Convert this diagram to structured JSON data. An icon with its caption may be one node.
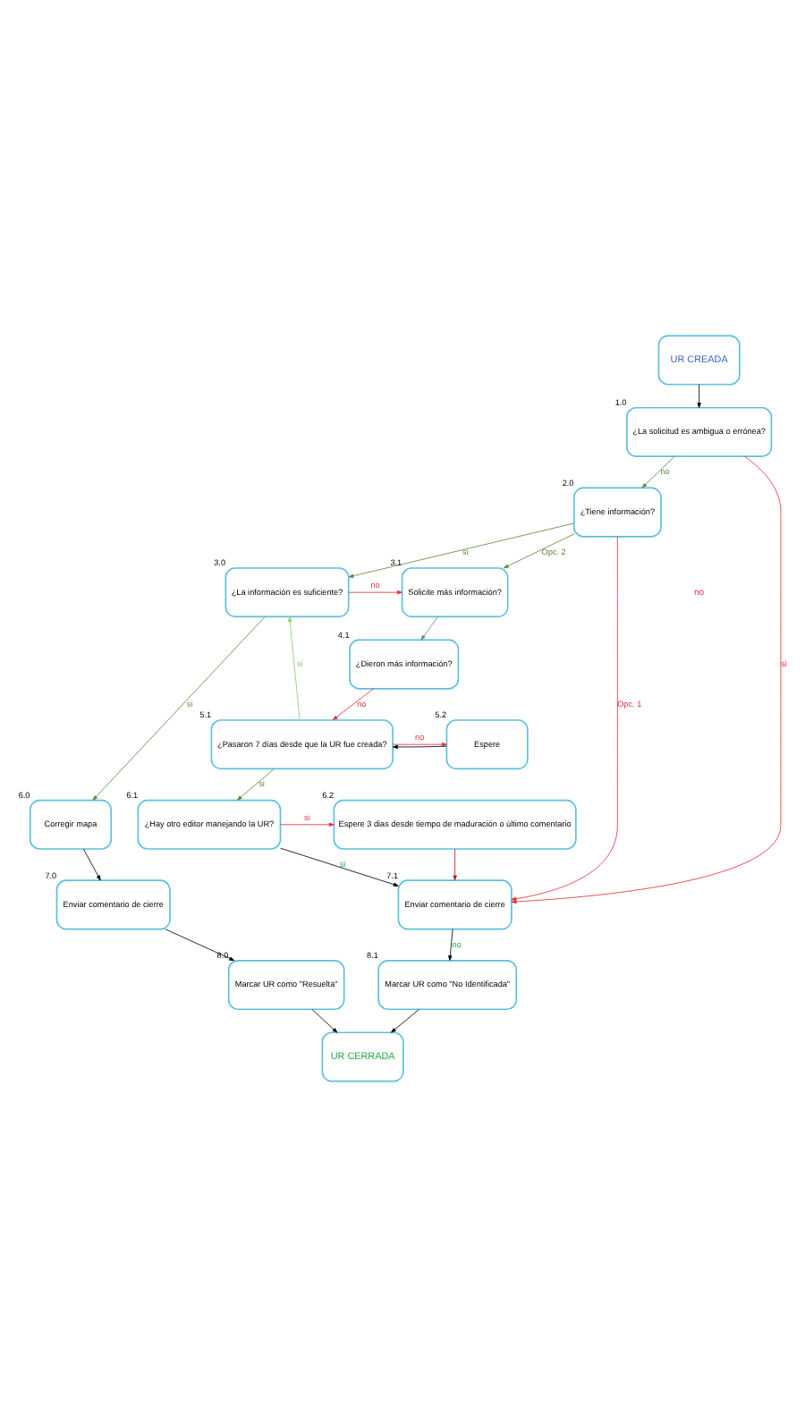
{
  "diagram": {
    "nodes": [
      {
        "text": [
          "UR CREADA"
        ]
      },
      {
        "text": [
          "¿La solicitud es ambigua o errónea?"
        ],
        "beside": [
          "1.0"
        ]
      },
      {
        "text": [
          "¿Tiene información?"
        ],
        "beside": [
          "2.0"
        ]
      },
      {
        "text": [
          "¿La información es suficiente?"
        ],
        "beside": [
          "3.0"
        ]
      },
      {
        "text": [
          "Solicite más información?"
        ],
        "beside": [
          "3.1"
        ]
      },
      {
        "text": [
          "¿Dieron más información?"
        ],
        "beside": [
          "4.1"
        ]
      },
      {
        "text": [
          "¿Pasaron 7 días desde que la UR fue creada?"
        ],
        "beside": [
          "5.1"
        ]
      },
      {
        "text": [
          "Espere"
        ],
        "beside": [
          "5.2"
        ]
      },
      {
        "text": [
          "Corregir mapa"
        ],
        "beside": [
          "6.0"
        ]
      },
      {
        "text": [
          "¿Hay otro editor manejando la UR?"
        ],
        "beside": [
          "6.1"
        ]
      },
      {
        "text": [
          "Espere 3 dias desde tiempo de maduración o último comentario"
        ],
        "beside": [
          "6.2"
        ]
      },
      {
        "text": [
          "Enviar comentario de cierre"
        ],
        "beside": [
          "7.0"
        ]
      },
      {
        "text": [
          "Enviar comentario de cierre"
        ],
        "beside": [
          "7.1"
        ]
      },
      {
        "text": [
          "Marcar UR como \"Resuelta\""
        ],
        "beside": [
          "8.0"
        ]
      },
      {
        "text": [
          "Marcar UR como \"No Identificada\""
        ],
        "beside": [
          "8.1"
        ]
      },
      {
        "text": [
          "UR CERRADA"
        ]
      }
    ],
    "edges": [
      {
        "from": 0,
        "to": 1,
        "arrow": "to"
      },
      {
        "from": 1,
        "to": 12,
        "arrow": "to",
        "label": "si",
        "color": "#e0303a"
      },
      {
        "from": 1,
        "to": 2,
        "arrow": "to",
        "label": "no",
        "color": "#5a8a3a"
      },
      {
        "from": 2,
        "to": 12,
        "arrow": "to",
        "label": "Opc. 1",
        "color": "#e0303a"
      },
      {
        "from": 2,
        "to": 4,
        "arrow": "to",
        "label": "Opc. 2",
        "color": "#5a8a3a"
      },
      {
        "from": 2,
        "to": 3,
        "arrow": "to",
        "label": "si",
        "color": "#5a8a3a"
      },
      {
        "from": 3,
        "to": 4,
        "arrow": "to",
        "label": "no",
        "color": "#e0303a"
      },
      {
        "from": 3,
        "to": 8,
        "arrow": "to",
        "label": "si",
        "color": "#5a8a3a"
      },
      {
        "from": 4,
        "to": 5,
        "arrow": "to",
        "color": "#6a7fa0"
      },
      {
        "from": 5,
        "to": 6,
        "arrow": "to",
        "label": "no",
        "color": "#e0303a"
      },
      {
        "from": 6,
        "to": 3,
        "arrow": "to",
        "label": "si",
        "color": "#8cc870"
      },
      {
        "from": 6,
        "to": 7,
        "arrow": "to",
        "label": "no",
        "color": "#e0303a"
      },
      {
        "from": 7,
        "to": 6,
        "arrow": "to"
      },
      {
        "from": 6,
        "to": 9,
        "arrow": "to",
        "label": "si",
        "color": "#5a8a3a"
      },
      {
        "from": 9,
        "to": 10,
        "arrow": "to",
        "label": "si",
        "color": "#e0303a"
      },
      {
        "from": 9,
        "to": 12,
        "arrow": "to",
        "label": "si"
      },
      {
        "from": 10,
        "to": 12,
        "arrow": "to",
        "color": "#b02020"
      },
      {
        "from": 8,
        "to": 11,
        "arrow": "to"
      },
      {
        "from": 11,
        "to": 13,
        "arrow": "to"
      },
      {
        "from": 12,
        "to": 14,
        "arrow": "to",
        "label": "no"
      },
      {
        "from": 13,
        "to": 15,
        "arrow": "to"
      },
      {
        "from": 14,
        "to": 15,
        "arrow": "to"
      }
    ],
    "labels": [
      "no"
    ]
  }
}
